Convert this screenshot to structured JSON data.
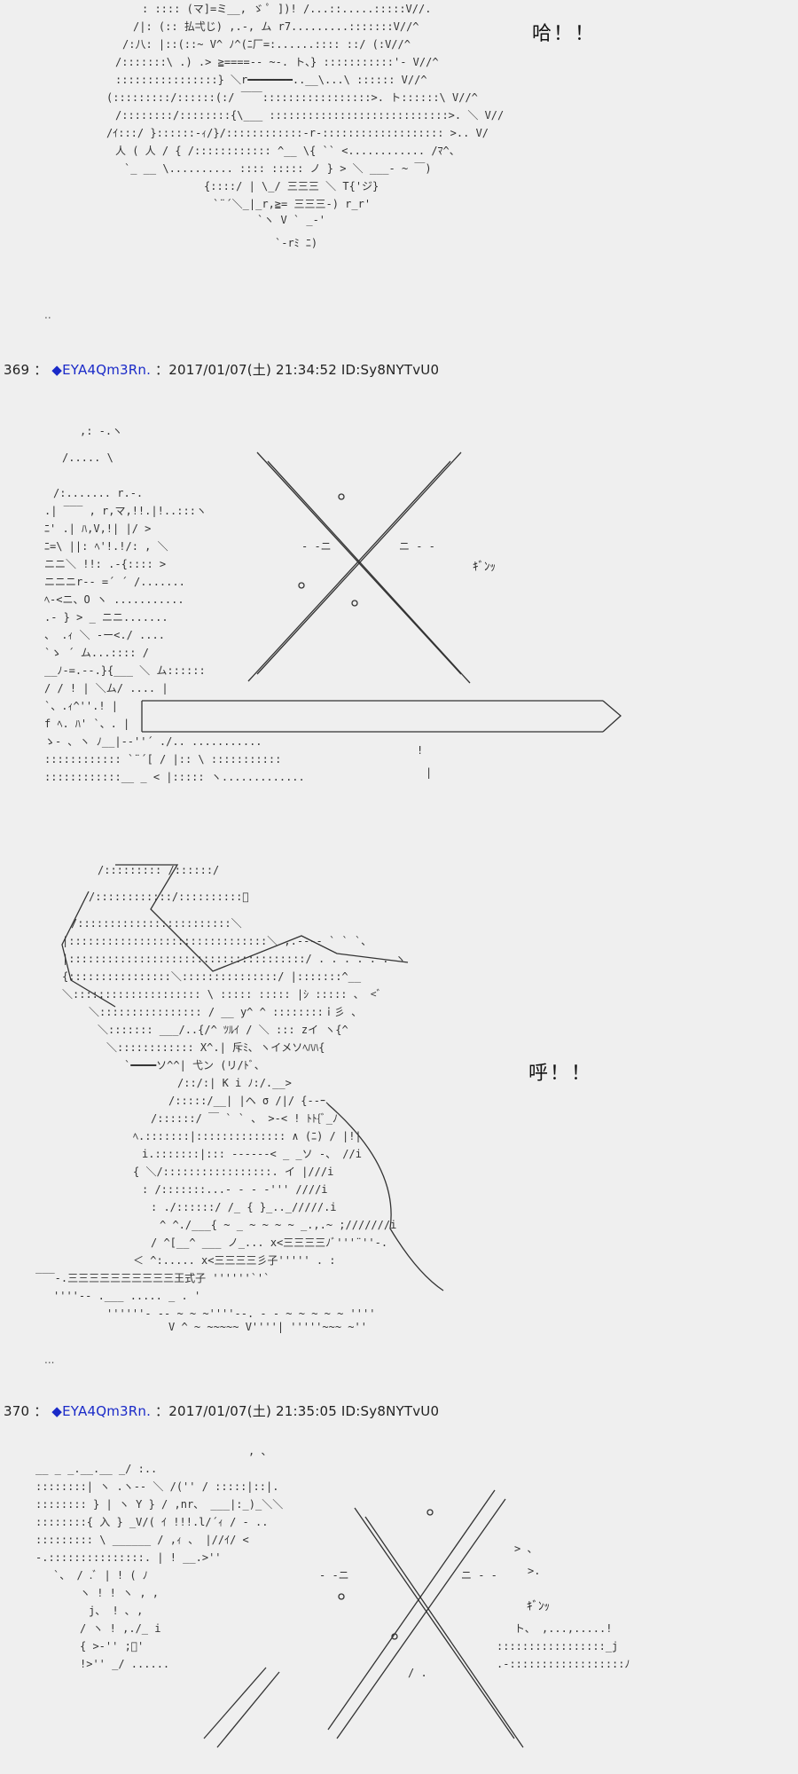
{
  "posts": [
    {
      "number": "369",
      "separator": "：",
      "trip_marker": "◆",
      "trip": "EYA4Qm3Rn.",
      "datetime": "：2017/01/07(土) 21:34:52 ID:Sy8NYTvU0"
    },
    {
      "number": "370",
      "separator": "：",
      "trip_marker": "◆",
      "trip": "EYA4Qm3Rn.",
      "datetime": "：2017/01/07(土) 21:35:05 ID:Sy8NYTvU0"
    }
  ],
  "sfx": {
    "ha": "哈！！",
    "hu": "呼！！",
    "gin1": "ｷﾞﾝｯ",
    "gin2": "ｷﾞﾝｯ"
  },
  "ellipses": [
    "..",
    "..."
  ]
}
